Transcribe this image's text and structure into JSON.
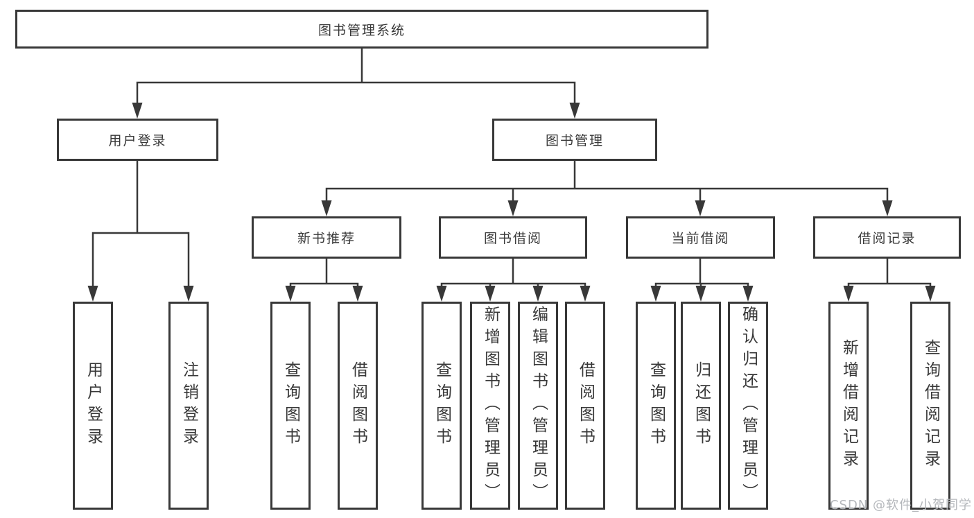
{
  "colors": {
    "line": "#383838",
    "text": "#383838",
    "background": "#ffffff",
    "watermark": "#b4b7bb"
  },
  "watermark": {
    "text": "CSDN @软件_小贺同学"
  },
  "tree": {
    "label": "图书管理系统",
    "children": [
      {
        "label": "用户登录",
        "children": [
          {
            "label": "用户登录"
          },
          {
            "label": "注销登录"
          }
        ]
      },
      {
        "label": "图书管理",
        "children": [
          {
            "label": "新书推荐",
            "children": [
              {
                "label": "查询图书"
              },
              {
                "label": "借阅图书"
              }
            ]
          },
          {
            "label": "图书借阅",
            "children": [
              {
                "label": "查询图书"
              },
              {
                "label": "新增图书（管理员）"
              },
              {
                "label": "编辑图书（管理员）"
              },
              {
                "label": "借阅图书"
              }
            ]
          },
          {
            "label": "当前借阅",
            "children": [
              {
                "label": "查询图书"
              },
              {
                "label": "归还图书"
              },
              {
                "label": "确认归还（管理员）"
              }
            ]
          },
          {
            "label": "借阅记录",
            "children": [
              {
                "label": "新增借阅记录"
              },
              {
                "label": "查询借阅记录"
              }
            ]
          }
        ]
      }
    ]
  }
}
